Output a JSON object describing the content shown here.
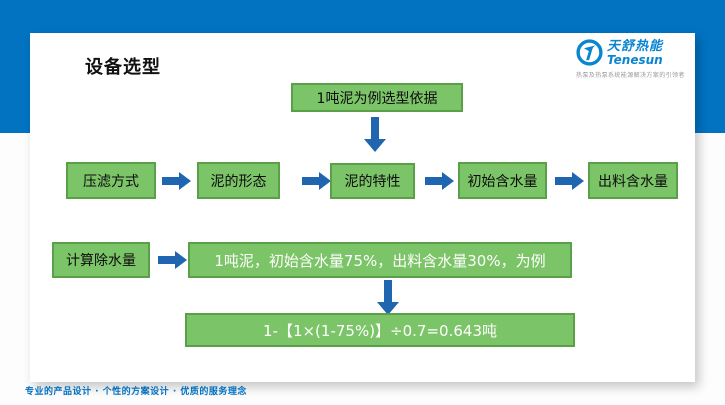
{
  "slide": {
    "title": "设备选型",
    "footer": "专业的产品设计 · 个性的方案设计 · 优质的服务理念"
  },
  "logo": {
    "name_cn": "天舒热能",
    "name_en": "Tenesun",
    "tagline": "热泵及热泵系统能源解决方案的引领者",
    "icon": "tenesun-circle-f-icon"
  },
  "flowchart": {
    "top_box": "1吨泥为例选型依据",
    "row_boxes": [
      "压滤方式",
      "泥的形态",
      "泥的特性",
      "初始含水量",
      "出料含水量"
    ],
    "calc_label": "计算除水量",
    "example_box": "1吨泥，初始含水量75%，出料含水量30%，为例",
    "formula_box": "1-【1×(1-75%)】÷0.7=0.643吨"
  },
  "colors": {
    "header_blue": "#0173c1",
    "box_green_fill": "#7cc468",
    "box_green_border": "#5aa049",
    "arrow_blue": "#2065b0",
    "footer_blue": "#0070c0",
    "logo_blue": "#0a85d0"
  }
}
